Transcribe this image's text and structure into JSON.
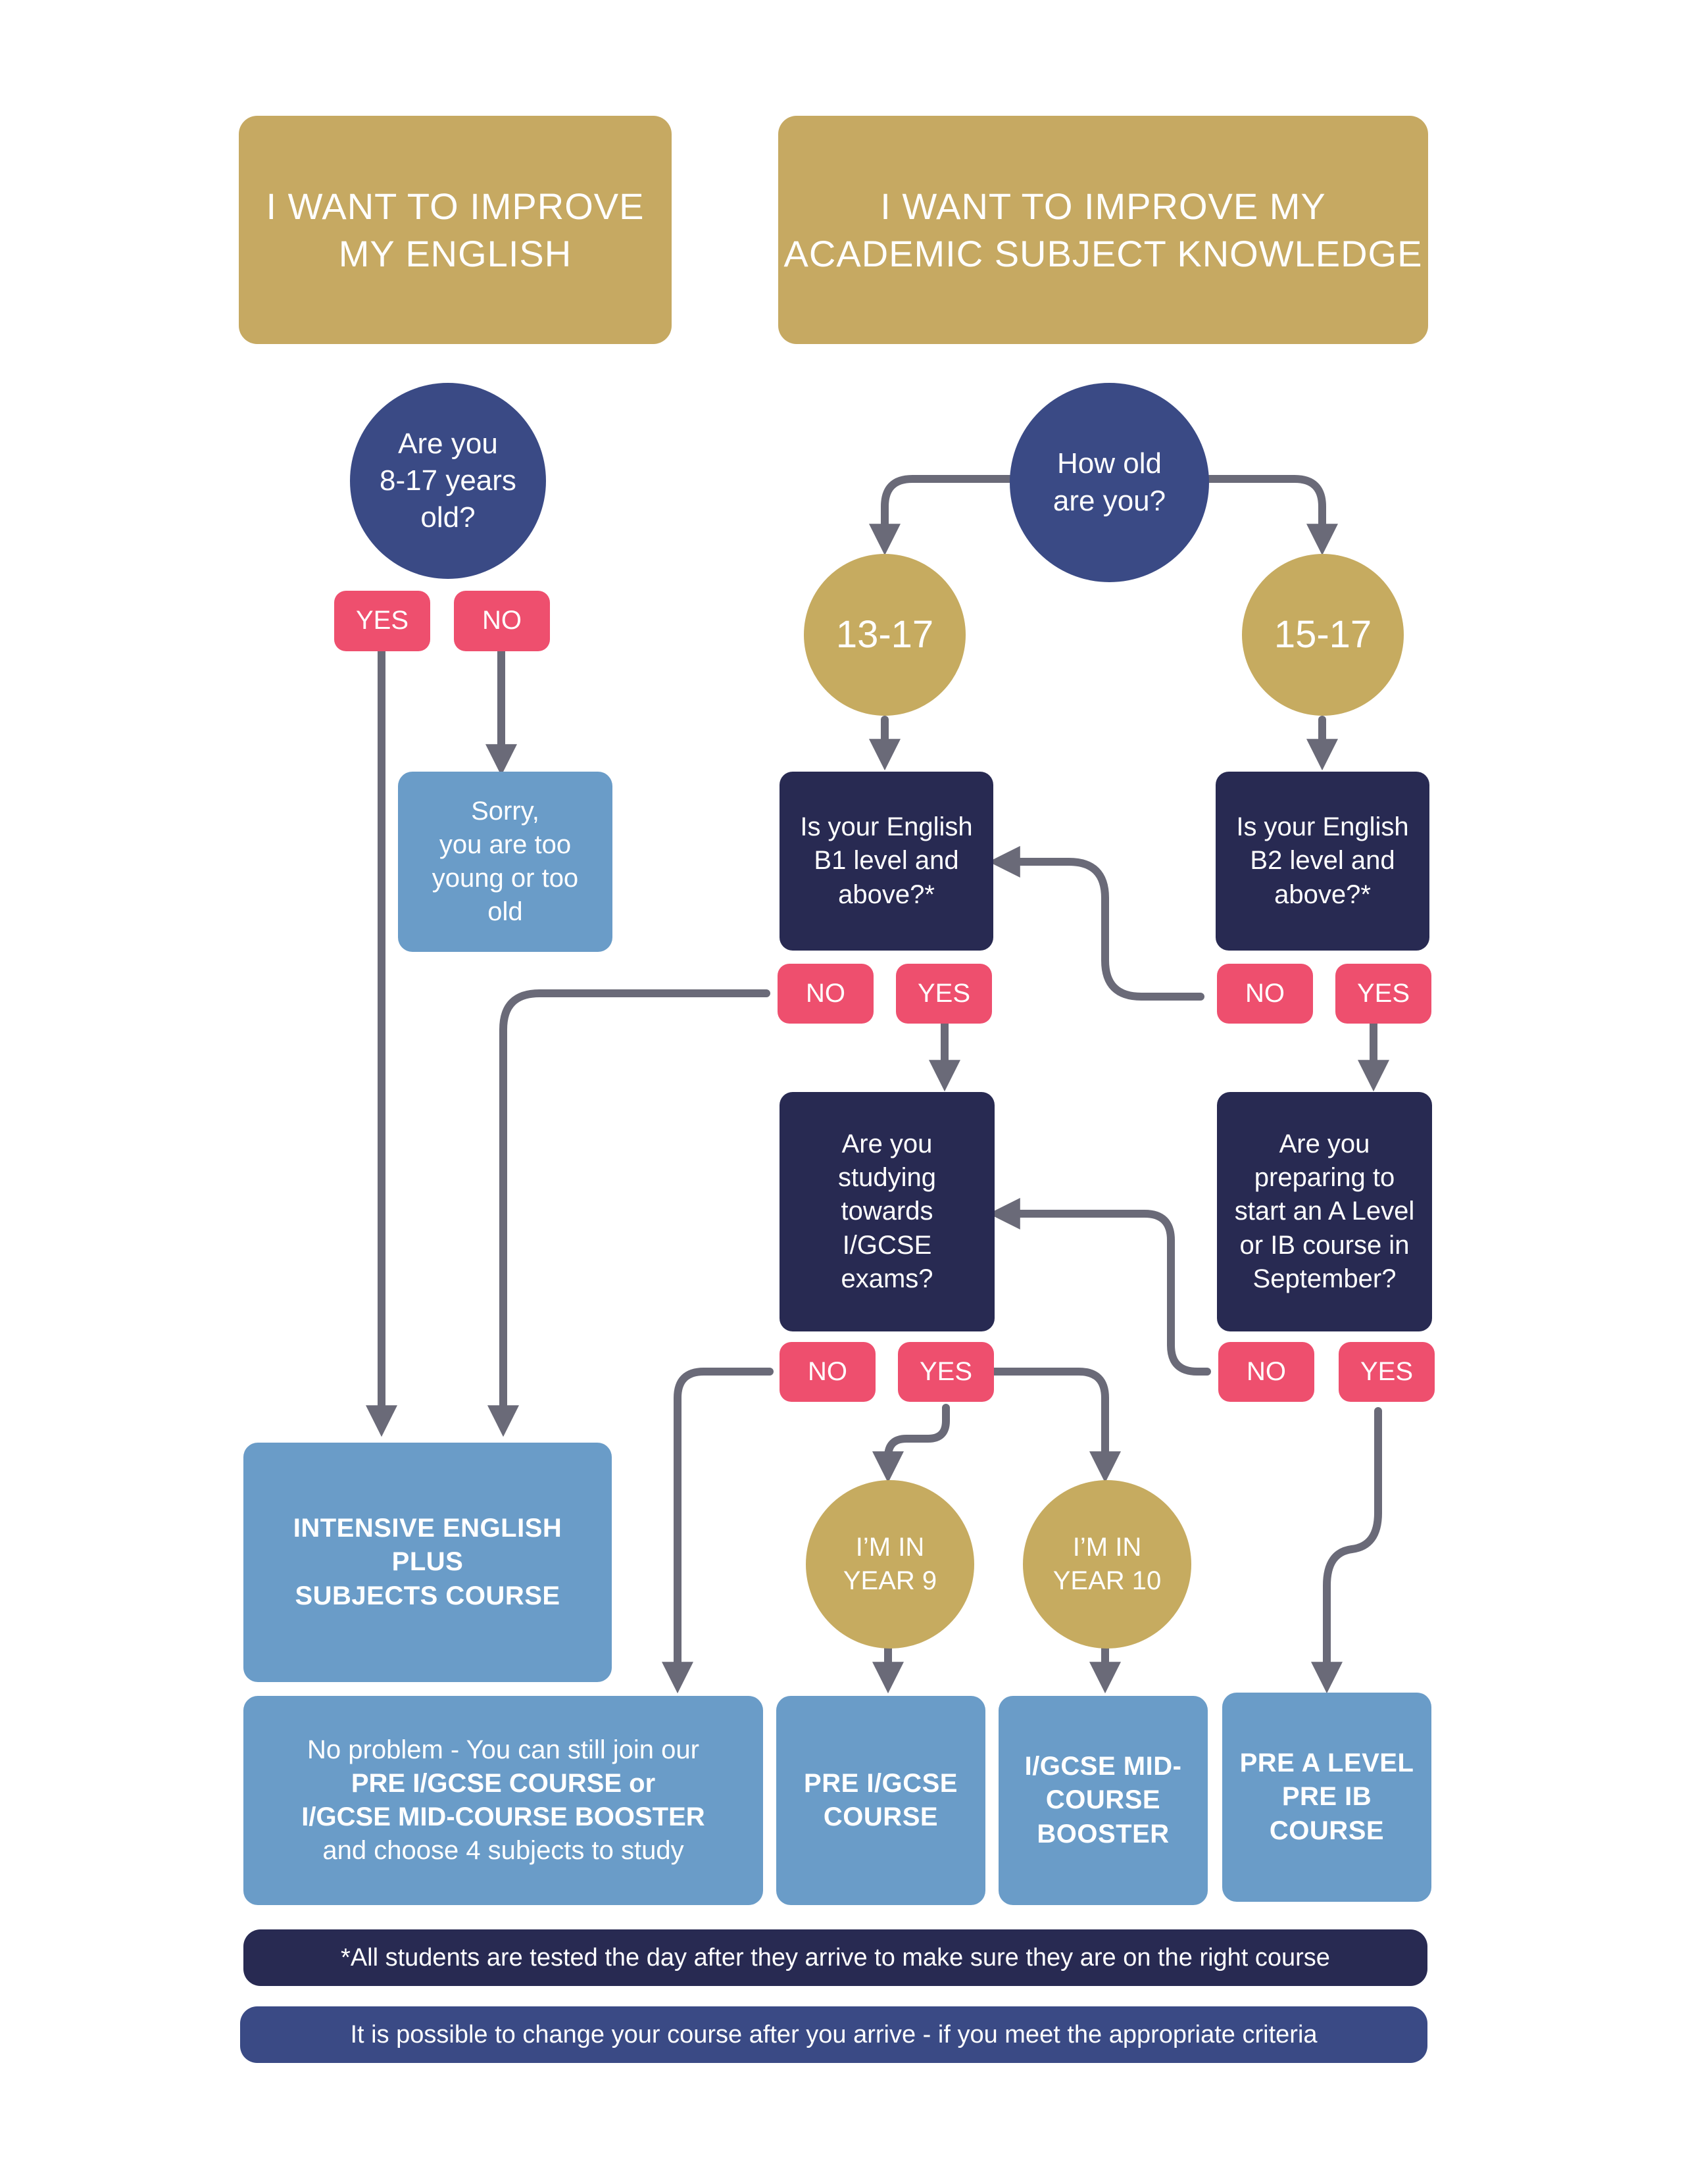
{
  "headers": {
    "english": "I WANT TO IMPROVE\nMY ENGLISH",
    "academic": "I WANT TO IMPROVE MY\nACADEMIC SUBJECT KNOWLEDGE"
  },
  "questions": {
    "age_8_17": "Are you\n8-17 years\nold?",
    "how_old": "How old\nare you?",
    "english_b1": "Is your English\nB1 level and\nabove?*",
    "english_b2": "Is your English\nB2 level and\nabove?*",
    "igcse": "Are you\nstudying\ntowards\nI/GCSE\nexams?",
    "a_level": "Are you\npreparing to\nstart an A Level\nor IB course in\nSeptember?"
  },
  "ages": {
    "a13_17": "13-17",
    "a15_17": "15-17"
  },
  "years": {
    "year9": "I’M IN\nYEAR 9",
    "year10": "I’M IN\nYEAR 10"
  },
  "answers": {
    "yes": "YES",
    "no": "NO"
  },
  "outcomes": {
    "sorry": "Sorry,\nyou are too\nyoung or too\nold",
    "intensive": "INTENSIVE ENGLISH\nPLUS\nSUBJECTS COURSE",
    "no_problem": {
      "line1": "No problem - You can still join our",
      "line2": "PRE I/GCSE COURSE or",
      "line3": "I/GCSE MID-COURSE BOOSTER",
      "line4": "and choose 4 subjects to study"
    },
    "pre_igcse": "PRE I/GCSE\nCOURSE",
    "igcse_booster": "I/GCSE MID-\nCOURSE\nBOOSTER",
    "pre_a_level": "PRE A LEVEL\nPRE IB\nCOURSE"
  },
  "notes": {
    "tested": "*All students are tested the day after they arrive to make sure they are on the right course",
    "change": "It is possible to change your course after you arrive - if you meet the appropriate criteria"
  },
  "colors": {
    "gold": "#c6a962",
    "navy": "#3a4a85",
    "dark_navy": "#282a52",
    "pink": "#ee4f6e",
    "light_blue": "#6a9cc8",
    "arrow": "#6a6a78"
  }
}
